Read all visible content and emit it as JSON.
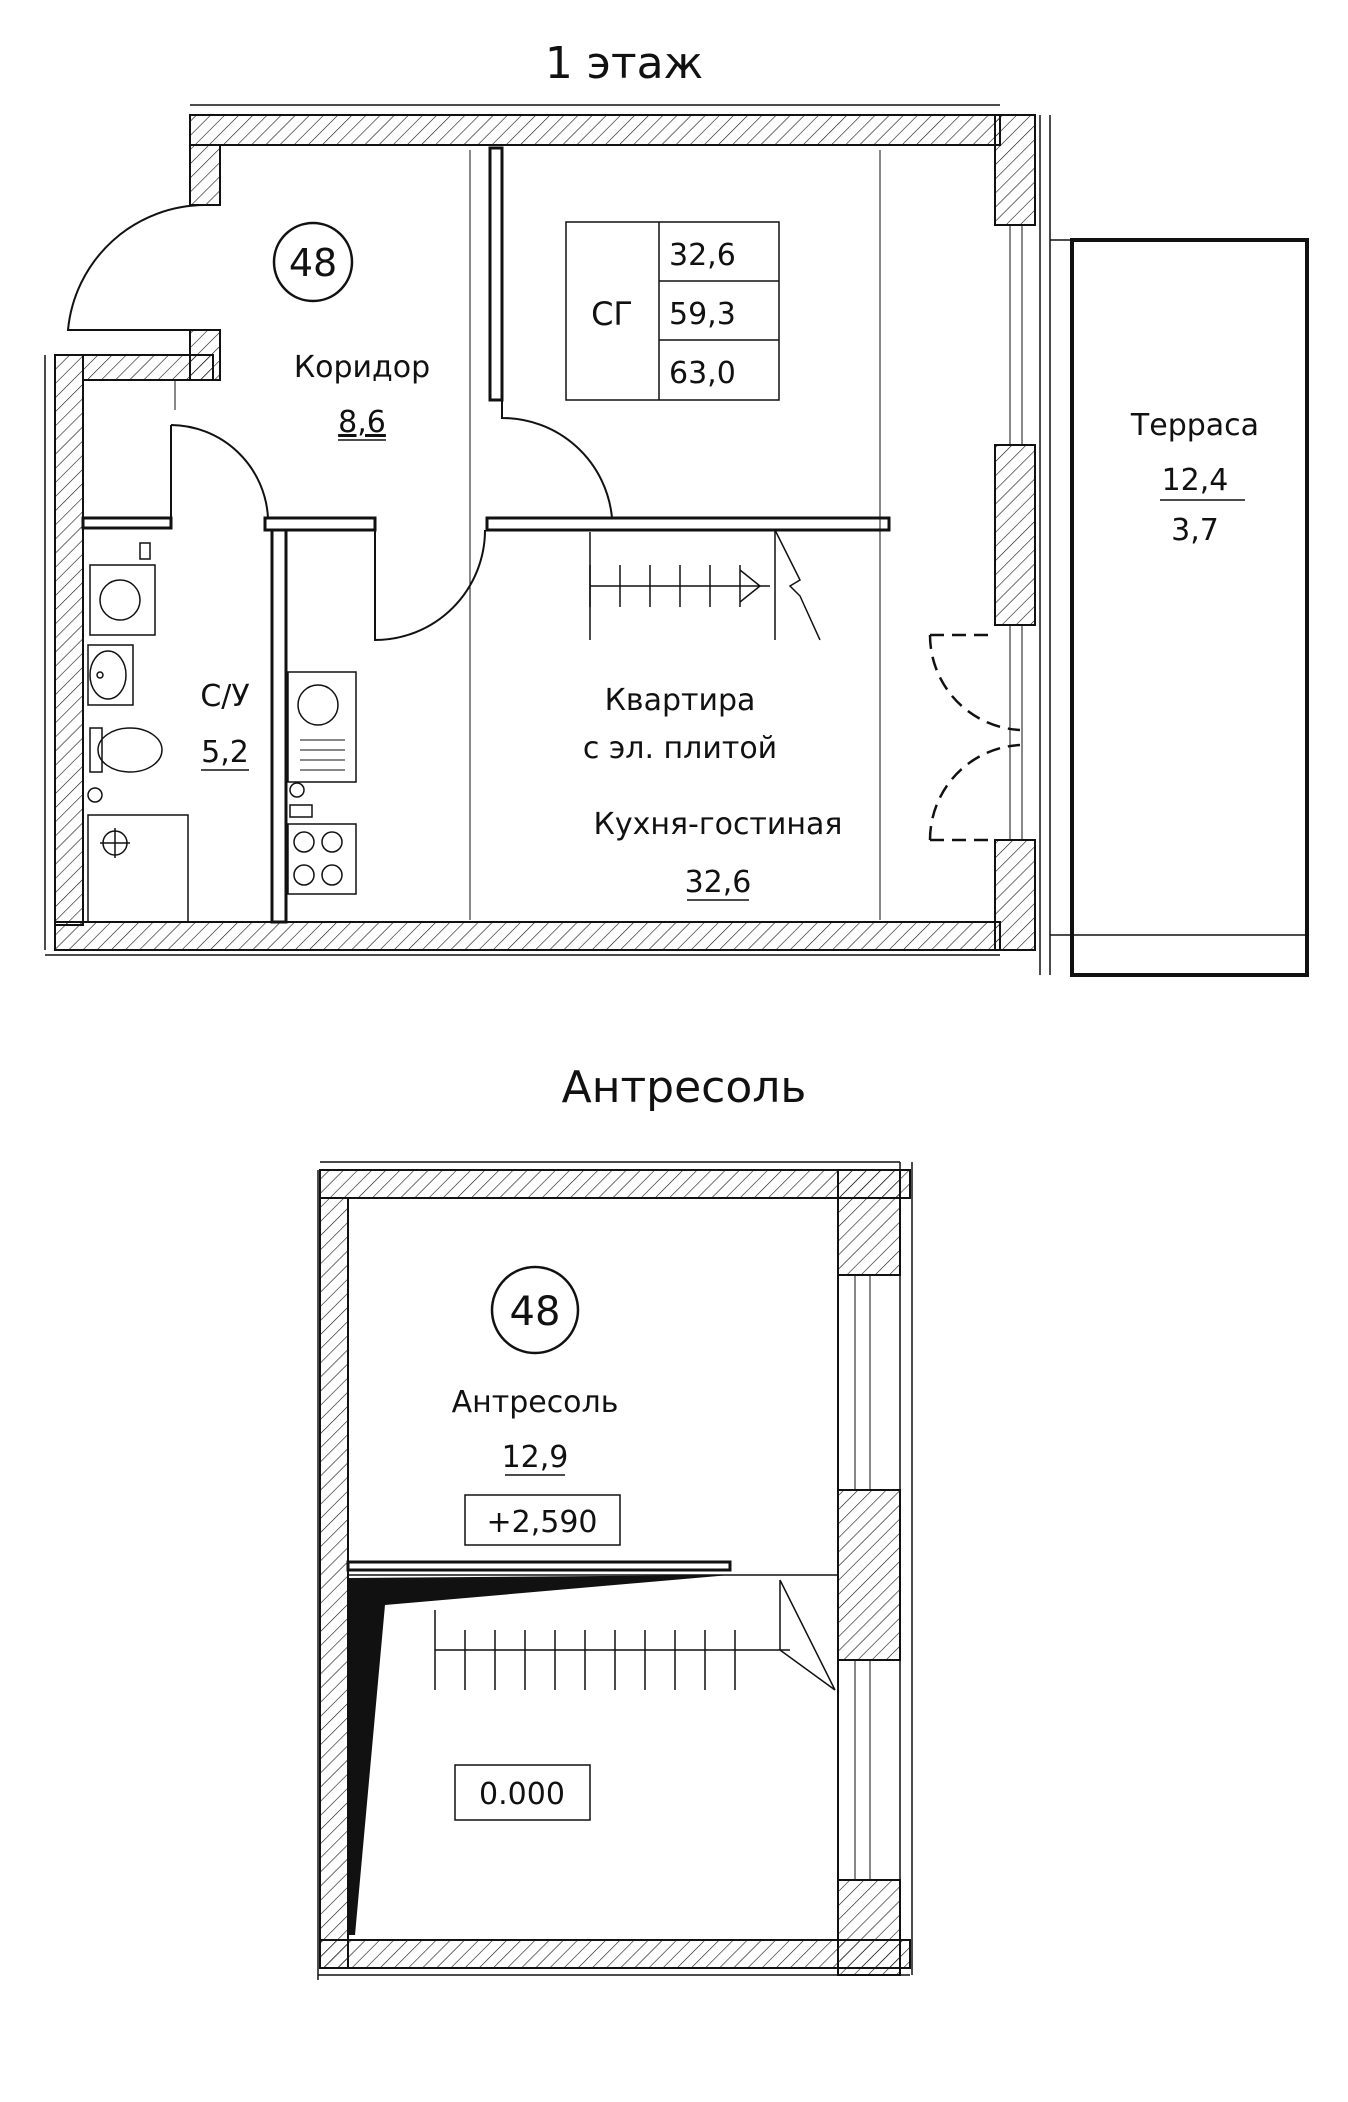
{
  "floor1": {
    "title": "1 этаж",
    "apartment_number": "48",
    "summary": {
      "label": "СГ",
      "values": [
        "32,6",
        "59,3",
        "63,0"
      ]
    },
    "rooms": {
      "corridor": {
        "name": "Коридор",
        "area": "8,6"
      },
      "bathroom": {
        "name": "С/У",
        "area": "5,2"
      },
      "apartment_note": {
        "line1": "Квартира",
        "line2": "с эл. плитой"
      },
      "kitchen_living": {
        "name": "Кухня-гостиная",
        "area": "32,6"
      },
      "terrace": {
        "name": "Терраса",
        "area": "12,4",
        "coefficient": "3,7"
      }
    }
  },
  "mezzanine": {
    "title": "Антресоль",
    "apartment_number": "48",
    "room": {
      "name": "Антресоль",
      "area": "12,9"
    },
    "level_upper": "+2,590",
    "level_lower": "0.000"
  }
}
